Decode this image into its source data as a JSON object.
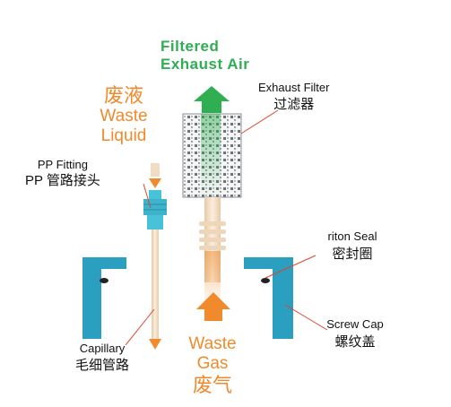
{
  "filtered_exhaust": {
    "line1": "Filtered",
    "line2": "Exhaust Air"
  },
  "exhaust_filter": {
    "en": "Exhaust Filter",
    "cn": "过滤器"
  },
  "waste_liquid": {
    "cn": "废液",
    "line1": "Waste",
    "line2": "Liquid"
  },
  "pp_fitting": {
    "en": "PP Fitting",
    "cn": "PP 管路接头"
  },
  "seal": {
    "en": "riton Seal",
    "cn": "密封圈"
  },
  "screw_cap": {
    "en": "Screw Cap",
    "cn": "螺纹盖"
  },
  "capillary": {
    "en": "Capillary",
    "cn": "毛细管路"
  },
  "waste_gas": {
    "line1": "Waste",
    "line2": "Gas",
    "cn": "废气"
  },
  "colors": {
    "liquid_orange": "#f08a2c",
    "exhaust_green": "#2fae52",
    "cap_blue": "#2b9fbf",
    "fitting_cyan": "#48c2d8",
    "tube_beige": "#f1dcc4",
    "leader_red": "#e0452b"
  }
}
